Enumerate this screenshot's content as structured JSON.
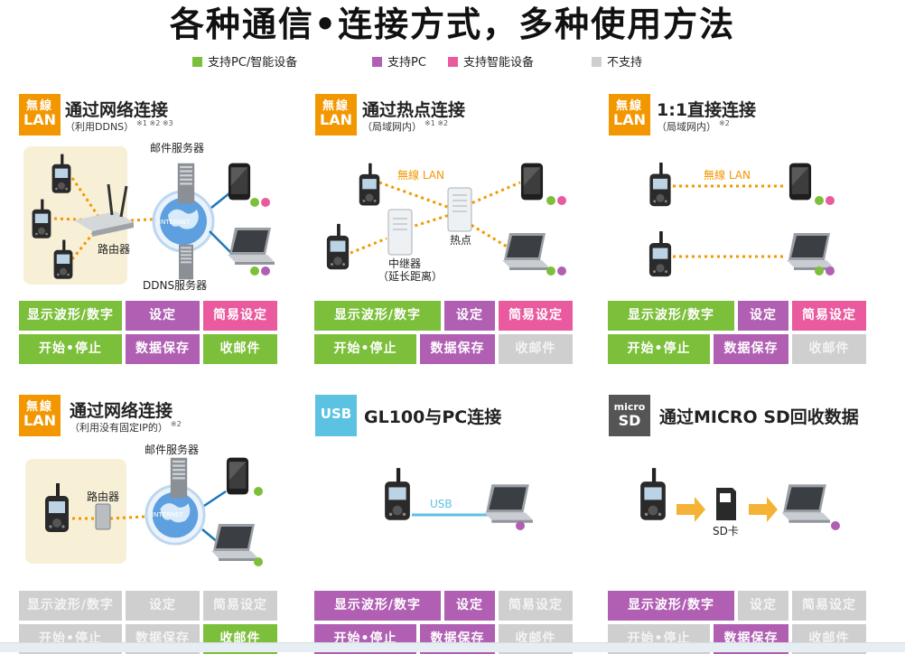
{
  "title": "各种通信•连接方式，多种使用方法",
  "legend": [
    {
      "label": "支持PC/智能设备",
      "color": "#7cbf3a"
    },
    {
      "label": "支持PC",
      "color": "#b05fb3"
    },
    {
      "label": "支持智能设备",
      "color": "#e95a9e"
    },
    {
      "label": "不支持",
      "color": "#cfcfcf"
    }
  ],
  "badges": {
    "wireless": {
      "l1": "無線",
      "l2": "LAN"
    },
    "usb": "USB",
    "sd": {
      "l1": "micro",
      "l2": "SD"
    }
  },
  "panels": [
    {
      "title": "通过网络连接",
      "subtitle": "（利用DDNS）",
      "notes": "※1 ※2 ※3",
      "labels": {
        "mail": "邮件服务器",
        "router": "路由器",
        "ddns": "DDNS服务器",
        "internet": "INTERNET"
      },
      "buttons": [
        {
          "label": "显示波形/数字",
          "type": "g"
        },
        {
          "label": "设定",
          "type": "p"
        },
        {
          "label": "简易设定",
          "type": "k"
        },
        {
          "label": "开始•停止",
          "type": "g"
        },
        {
          "label": "数据保存",
          "type": "p"
        },
        {
          "label": "收邮件",
          "type": "g"
        }
      ]
    },
    {
      "title": "通过热点连接",
      "subtitle": "（局域网内）",
      "notes": "※1 ※2",
      "labels": {
        "wlan": "無線 LAN",
        "hotspot": "热点",
        "repeater": "中继器",
        "repeater2": "（延长距离）"
      },
      "buttons": [
        {
          "label": "显示波形/数字",
          "type": "g"
        },
        {
          "label": "设定",
          "type": "p"
        },
        {
          "label": "简易设定",
          "type": "k"
        },
        {
          "label": "开始•停止",
          "type": "g"
        },
        {
          "label": "数据保存",
          "type": "p"
        },
        {
          "label": "收邮件",
          "type": "x"
        }
      ]
    },
    {
      "title": "1:1直接连接",
      "subtitle": "（局域网内）",
      "notes": "※2",
      "labels": {
        "wlan": "無線 LAN"
      },
      "buttons": [
        {
          "label": "显示波形/数字",
          "type": "g"
        },
        {
          "label": "设定",
          "type": "p"
        },
        {
          "label": "简易设定",
          "type": "k"
        },
        {
          "label": "开始•停止",
          "type": "g"
        },
        {
          "label": "数据保存",
          "type": "p"
        },
        {
          "label": "收邮件",
          "type": "x"
        }
      ]
    },
    {
      "title": "通过网络连接",
      "subtitle": "（利用没有固定IP的）",
      "notes": "※2",
      "labels": {
        "mail": "邮件服务器",
        "router": "路由器",
        "internet": "INTERNET"
      },
      "buttons": [
        {
          "label": "显示波形/数字",
          "type": "x"
        },
        {
          "label": "设定",
          "type": "x"
        },
        {
          "label": "简易设定",
          "type": "x"
        },
        {
          "label": "开始•停止",
          "type": "x"
        },
        {
          "label": "数据保存",
          "type": "x"
        },
        {
          "label": "收邮件",
          "type": "g"
        }
      ]
    },
    {
      "title": "GL100与PC连接",
      "subtitle": "",
      "notes": "",
      "labels": {
        "usb": "USB"
      },
      "buttons": [
        {
          "label": "显示波形/数字",
          "type": "p"
        },
        {
          "label": "设定",
          "type": "p"
        },
        {
          "label": "简易设定",
          "type": "x"
        },
        {
          "label": "开始•停止",
          "type": "p"
        },
        {
          "label": "数据保存",
          "type": "p"
        },
        {
          "label": "收邮件",
          "type": "x"
        }
      ]
    },
    {
      "title": "通过MICRO SD回收数据",
      "subtitle": "",
      "notes": "",
      "labels": {
        "sd": "SD卡"
      },
      "buttons": [
        {
          "label": "显示波形/数字",
          "type": "p"
        },
        {
          "label": "设定",
          "type": "x"
        },
        {
          "label": "简易设定",
          "type": "x"
        },
        {
          "label": "开始•停止",
          "type": "x"
        },
        {
          "label": "数据保存",
          "type": "p"
        },
        {
          "label": "收邮件",
          "type": "x"
        }
      ]
    }
  ]
}
